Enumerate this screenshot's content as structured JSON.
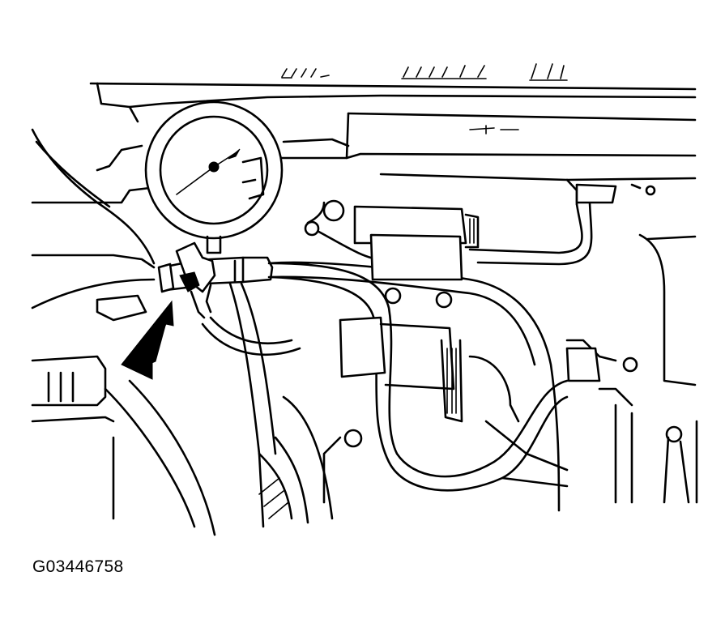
{
  "figure": {
    "code": "G03446758"
  },
  "parts": {
    "gauge": "pressure-gauge",
    "valve": "shutoff-valve",
    "arrow": "indicator-arrow"
  }
}
